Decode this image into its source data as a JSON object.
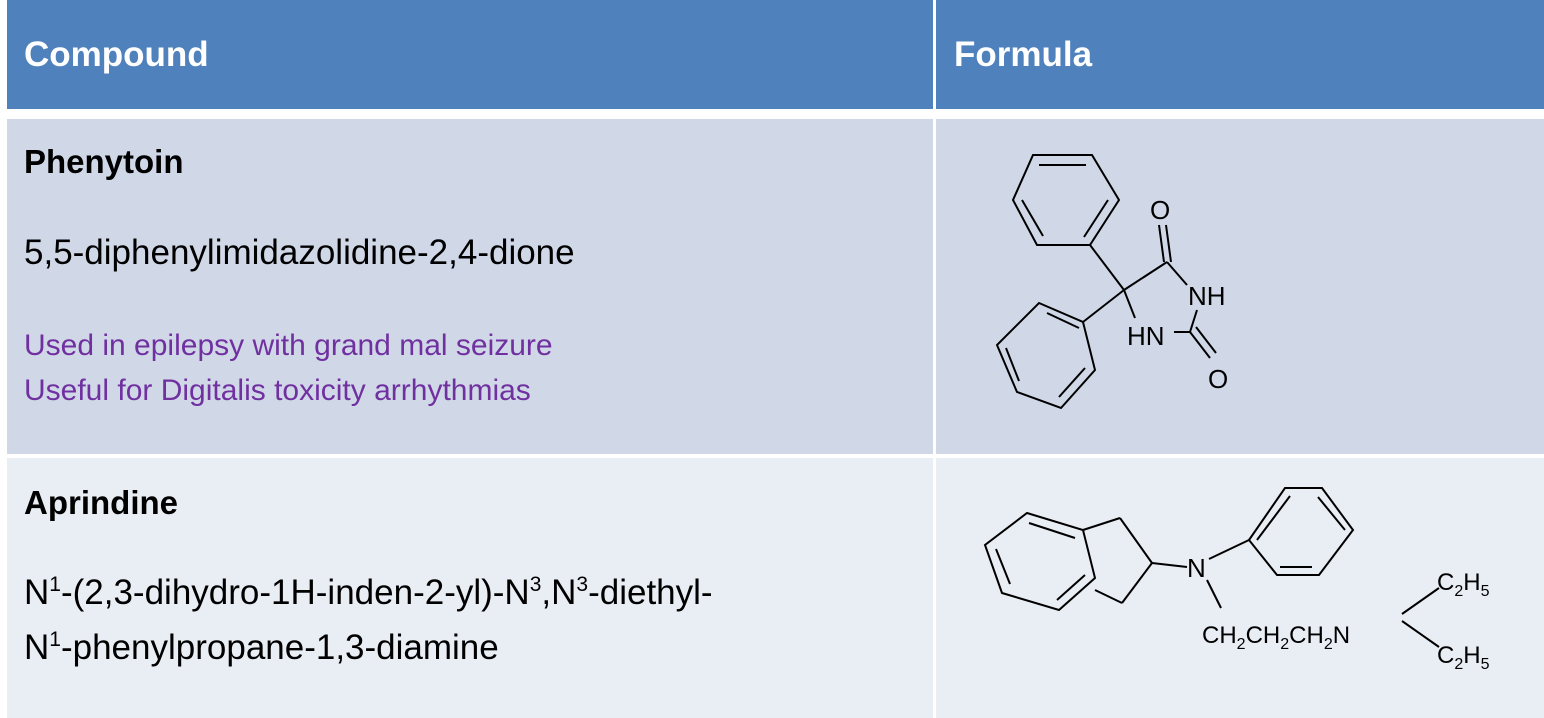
{
  "table": {
    "headers": [
      "Compound",
      "Formula"
    ],
    "rows": [
      {
        "name": "Phenytoin",
        "iupac": "5,5-diphenylimidazolidine-2,4-dione",
        "notes": [
          "Used in epilepsy with grand mal seizure",
          "Useful for Digitalis toxicity arrhythmias"
        ],
        "formula_labels": [
          "O",
          "NH",
          "HN",
          "O"
        ]
      },
      {
        "name": "Aprindine",
        "iupac_parts": {
          "n1": "N",
          "sup1": "1",
          "mid": "-(2,3-dihydro-1H-inden-2-yl)-N",
          "sup3a": "3",
          "mid2": ",N",
          "sup3b": "3",
          "end": "-diethyl-",
          "n1b": "N",
          "sup1b": "1",
          "line2": "-phenylpropane-1,3-diamine"
        },
        "formula_labels": {
          "n": "N",
          "chain": "CH2CH2CH2N",
          "ethyl": "C2H5"
        }
      }
    ]
  },
  "colors": {
    "header_bg": "#4f81bd",
    "row1_bg": "#d0d8e8",
    "row2_bg": "#e9edf4",
    "note_text": "#7030a0"
  }
}
